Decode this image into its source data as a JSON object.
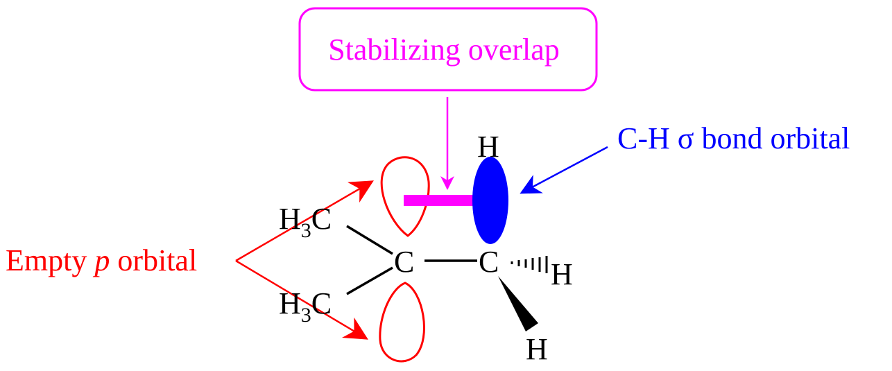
{
  "colors": {
    "magenta": "#ff00ff",
    "blue": "#0000ff",
    "red": "#ff0000",
    "black": "#000000"
  },
  "labels": {
    "stabilizing_overlap": "Stabilizing overlap",
    "ch_sigma_orbital": "C-H σ bond orbital",
    "empty_p_prefix": "Empty ",
    "empty_p_italic": "p",
    "empty_p_suffix": " orbital"
  },
  "atoms": {
    "h_top": "H",
    "h3c_top_main": "H",
    "h3c_top_sub": "3",
    "h3c_top_tail": "C",
    "h3c_bottom_main": "H",
    "h3c_bottom_sub": "3",
    "h3c_bottom_tail": "C",
    "carbon_center": "C",
    "carbon_right": "C",
    "h_right": "H",
    "h_bottom": "H"
  }
}
